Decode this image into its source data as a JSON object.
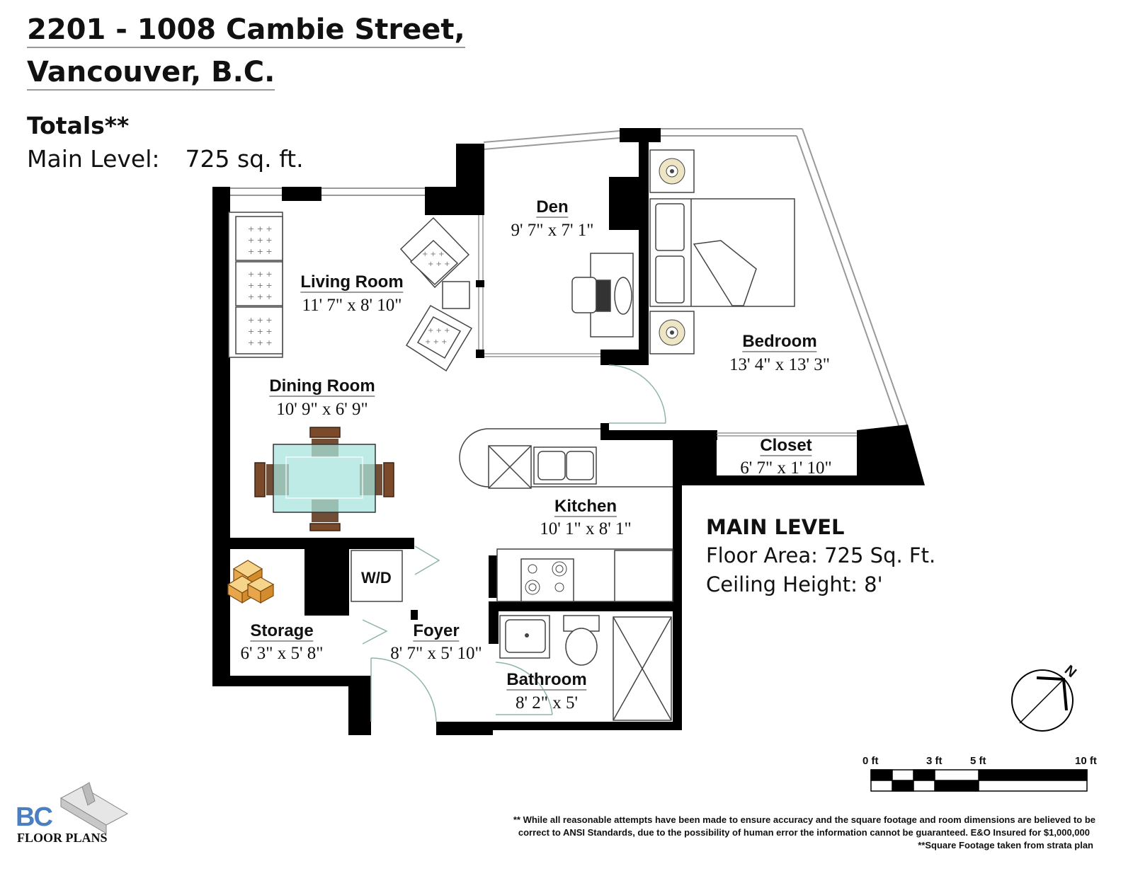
{
  "header": {
    "address_line1": "2201 - 1008 Cambie Street,",
    "address_line2": "Vancouver, B.C."
  },
  "totals": {
    "heading": "Totals**",
    "main_level_label": "Main Level:",
    "main_level_value": "725 sq. ft."
  },
  "rooms": {
    "den": {
      "name": "Den",
      "dims": "9' 7\" x 7' 1\""
    },
    "living": {
      "name": "Living Room",
      "dims": "11' 7\" x 8' 10\""
    },
    "bedroom": {
      "name": "Bedroom",
      "dims": "13' 4\" x 13' 3\""
    },
    "dining": {
      "name": "Dining Room",
      "dims": "10' 9\" x 6' 9\""
    },
    "closet": {
      "name": "Closet",
      "dims": "6' 7\" x 1' 10\""
    },
    "kitchen": {
      "name": "Kitchen",
      "dims": "10' 1\" x 8' 1\""
    },
    "storage": {
      "name": "Storage",
      "dims": "6' 3\" x 5' 8\""
    },
    "foyer": {
      "name": "Foyer",
      "dims": "8' 7\" x 5' 10\""
    },
    "bathroom": {
      "name": "Bathroom",
      "dims": "8' 2\" x 5'"
    }
  },
  "fixtures": {
    "washer_dryer": "W/D"
  },
  "summary": {
    "heading": "MAIN LEVEL",
    "floor_area": "Floor Area: 725 Sq. Ft.",
    "ceiling_height": "Ceiling Height: 8'"
  },
  "compass": {
    "north_label": "N"
  },
  "scale_bar": {
    "labels": [
      "0 ft",
      "3 ft",
      "5 ft",
      "10 ft"
    ]
  },
  "disclaimer": {
    "line1": "** While all reasonable attempts have been made to ensure accuracy and the square footage and room dimensions are believed to be",
    "line2": "correct to ANSI Standards, due to the possibility of human error the information cannot be guaranteed. E&O Insured for $1,000,000",
    "line3": "**Square Footage taken from strata plan"
  },
  "logo": {
    "initials": "BC",
    "name": "FLOOR PLANS"
  },
  "colors": {
    "wall": "#000000",
    "window": "#aaaaaa",
    "table_glass": "#a8e4dc",
    "chair": "#6b3b1e",
    "logo_blue": "#4a7fc1"
  }
}
